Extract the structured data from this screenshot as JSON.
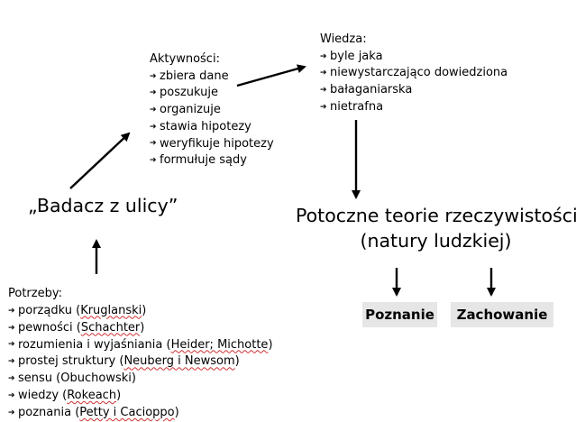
{
  "naive_scientist": "„Badacz z ulicy”",
  "activities": {
    "title": "Aktywności:",
    "items": [
      "zbiera dane",
      "poszukuje",
      "organizuje",
      "stawia hipotezy",
      "weryfikuje hipotezy",
      "formułuje sądy"
    ]
  },
  "knowledge": {
    "title": "Wiedza:",
    "items": [
      "byle jaka",
      "niewystarczająco dowiedziona",
      "bałaganiarska",
      "nietrafna"
    ]
  },
  "lay_theories": {
    "line1": "Potoczne teorie rzeczywistości",
    "line2": "(natury ludzkiej)"
  },
  "outcomes": {
    "cognition": "Poznanie",
    "behavior": "Zachowanie"
  },
  "needs": {
    "title": "Potrzeby:",
    "items": [
      {
        "label": "porządku",
        "authors": "Kruglanski"
      },
      {
        "label": "pewności",
        "authors": "Schachter"
      },
      {
        "label": "rozumienia i wyjaśniania",
        "authors": "Heider; Michotte"
      },
      {
        "label": "prostej struktury",
        "authors": "Neuberg i Newsom"
      },
      {
        "label": "sensu",
        "authors": "Obuchowski"
      },
      {
        "label": "wiedzy",
        "authors": "Rokeach"
      },
      {
        "label": "poznania",
        "authors": "Petty i Cacioppo"
      }
    ]
  },
  "bullet_glyph": "➔"
}
